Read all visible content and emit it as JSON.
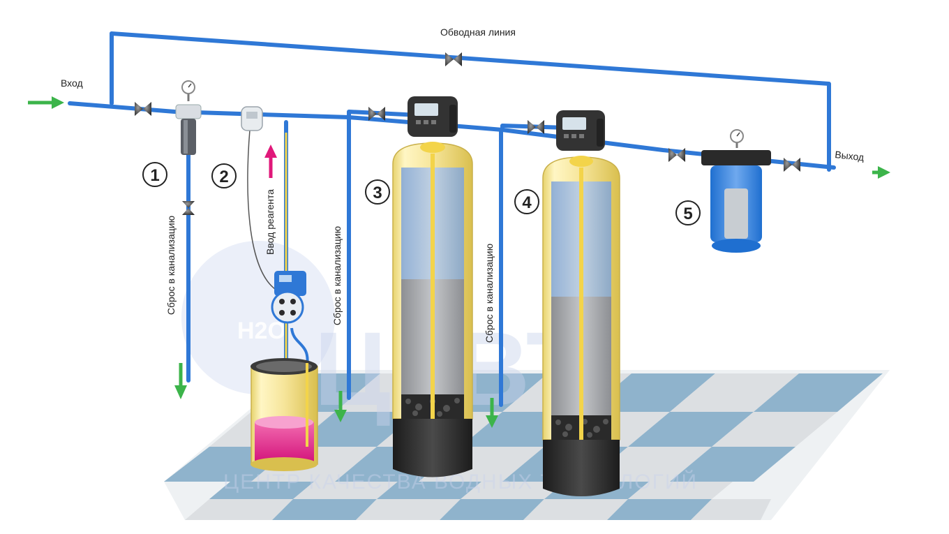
{
  "labels": {
    "bypass": "Обводная линия",
    "inlet": "Вход",
    "outlet": "Выход",
    "reagent_input": "Ввод реагента",
    "drain_1": "Сброс в канализацию",
    "drain_2": "Сброс в канализацию",
    "drain_3": "Сброс в канализацию"
  },
  "numbers": [
    "1",
    "2",
    "3",
    "4",
    "5"
  ],
  "watermark": {
    "logo": "ЦКВТ",
    "tagline": "ЦЕНТР КАЧЕСТВА ВОДНЫХ ТЕХНОЛОГИЙ",
    "h2o": "H2O"
  },
  "colors": {
    "pipe": "#2f78d6",
    "arrow_flow": "#3cb44a",
    "arrow_reagent": "#e0187a",
    "tank_shell": "#f2e08c",
    "tank_base": "#2b2b2b",
    "floor_blue": "#8fb3cc",
    "floor_gray": "#dcdfe2"
  }
}
